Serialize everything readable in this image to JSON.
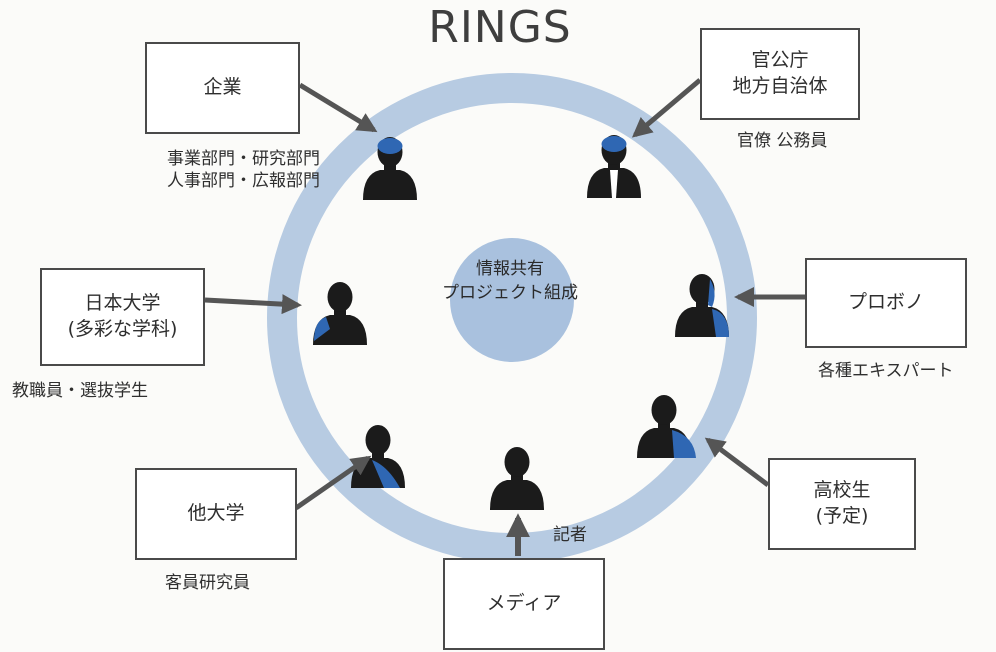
{
  "title": "RINGS",
  "center": {
    "line1": "情報共有",
    "line2": "プロジェクト組成"
  },
  "nodes": {
    "kigyo": {
      "label": "企業",
      "sub1": "事業部門・研究部門",
      "sub2": "人事部門・広報部門"
    },
    "kankocho": {
      "label1": "官公庁",
      "label2": "地方自治体",
      "sub": "官僚 公務員"
    },
    "nihon_univ": {
      "label1": "日本大学",
      "label2": "(多彩な学科)",
      "sub": "教職員・選抜学生"
    },
    "probono": {
      "label": "プロボノ",
      "sub": "各種エキスパート"
    },
    "other_univ": {
      "label": "他大学",
      "sub": "客員研究員"
    },
    "highschool": {
      "label1": "高校生",
      "label2": "(予定)"
    },
    "media": {
      "label": "メディア",
      "sub": "記者"
    }
  },
  "colors": {
    "ring": "#b7cbe2",
    "center_fill": "#a9c1de",
    "accent_blue": "#2f67b3",
    "silhouette": "#1b1b1b",
    "arrow": "#555555"
  },
  "icons": [
    "person-silhouette-icon",
    "arrow-icon"
  ]
}
